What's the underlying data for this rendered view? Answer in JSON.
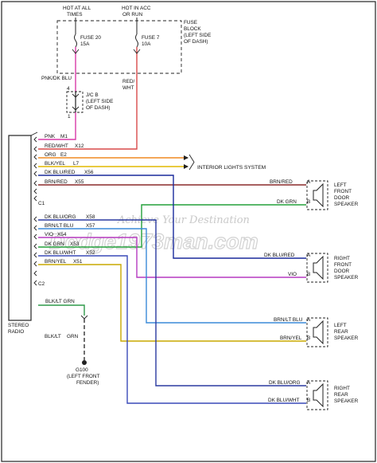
{
  "fuse_block": {
    "hot_all_times": [
      "HOT AT ALL",
      "TIMES"
    ],
    "hot_acc_run": [
      "HOT IN ACC",
      "OR RUN"
    ],
    "title": [
      "FUSE",
      "BLOCK",
      "(LEFT SIDE",
      "OF DASH)"
    ],
    "fuse20": [
      "FUSE 20",
      "15A"
    ],
    "fuse7": [
      "FUSE 7",
      "10A"
    ]
  },
  "junction_block": {
    "label": [
      "J/C B",
      "(LEFT SIDE",
      "OF DASH)"
    ],
    "pin_top": "4",
    "pin_bottom": "1",
    "wire_in_left": "PNK/DK BLU",
    "wire_in_right": [
      "RED/",
      "WHT"
    ]
  },
  "radio": {
    "label": [
      "STEREO",
      "RADIO"
    ],
    "connector1": "C1",
    "connector2": "C2"
  },
  "wires": [
    {
      "label": "PNK",
      "circuit": "M1",
      "color": "#d83aa8"
    },
    {
      "label": "RED/WHT",
      "circuit": "X12",
      "color": "#d84a4a"
    },
    {
      "label": "ORG",
      "circuit": "E2",
      "color": "#f08a22"
    },
    {
      "label": "BLK/YEL",
      "circuit": "L7",
      "color": "#e2b800"
    },
    {
      "label": "DK BLU/RED",
      "circuit": "X56",
      "color": "#1a2a9c"
    },
    {
      "label": "BRN/RED",
      "circuit": "X55",
      "color": "#8a2a2a"
    },
    {
      "label": "DK BLU/ORG",
      "circuit": "X58",
      "color": "#2b3aa0"
    },
    {
      "label": "BRN/LT BLU",
      "circuit": "X57",
      "color": "#3a8ad8"
    },
    {
      "label": "VIO",
      "circuit": "X54",
      "color": "#b63ac0"
    },
    {
      "label": "DK GRN",
      "circuit": "X53",
      "color": "#23a03a"
    },
    {
      "label": "DK BLU/WHT",
      "circuit": "X52",
      "color": "#3a4ab8"
    },
    {
      "label": "BRN/YEL",
      "circuit": "X51",
      "color": "#c9a800"
    }
  ],
  "interior_lights": "INTERIOR LIGHTS SYSTEM",
  "speakers": [
    {
      "name": [
        "LEFT",
        "FRONT",
        "DOOR",
        "SPEAKER"
      ],
      "wire_a": "BRN/RED",
      "wire_b": "DK GRN",
      "pin_a": "A",
      "pin_b": "B"
    },
    {
      "name": [
        "RIGHT",
        "FRONT",
        "DOOR",
        "SPEAKER"
      ],
      "wire_a": "DK BLU/RED",
      "wire_b": "VIO",
      "pin_a": "A",
      "pin_b": "B"
    },
    {
      "name": [
        "LEFT",
        "REAR",
        "SPEAKER"
      ],
      "wire_a": "BRN/LT BLU",
      "wire_b": "BRN/YEL",
      "pin_a": "A",
      "pin_b": "B"
    },
    {
      "name": [
        "RIGHT",
        "REAR",
        "SPEAKER"
      ],
      "wire_a": "DK BLU/ORG",
      "wire_b": "DK BLU/WHT",
      "pin_a": "A",
      "pin_b": "B"
    }
  ],
  "ground": {
    "wire_top": "BLK/LT GRN",
    "wire_down": [
      "BLK/LT",
      "GRN"
    ],
    "name": [
      "G100",
      "(LEFT FRONT",
      "FENDER)"
    ]
  },
  "watermark": {
    "line1": "Achieve Your Destination",
    "line2": "Dodge1973man.com"
  },
  "colors": {
    "pnk": "#d83aa8",
    "red_wht": "#d84a4a",
    "org": "#f08a22",
    "blk_yel": "#e2b800",
    "dk_blu_red": "#1a2a9c",
    "brn_red": "#8a2a2a",
    "dk_blu_org": "#2b3aa0",
    "brn_lt_blu": "#3a8ad8",
    "vio": "#b63ac0",
    "dk_grn": "#23a03a",
    "dk_blu_wht": "#3a4ab8",
    "brn_yel": "#c9a800",
    "blk_lt_grn": "#2f9a4a"
  }
}
